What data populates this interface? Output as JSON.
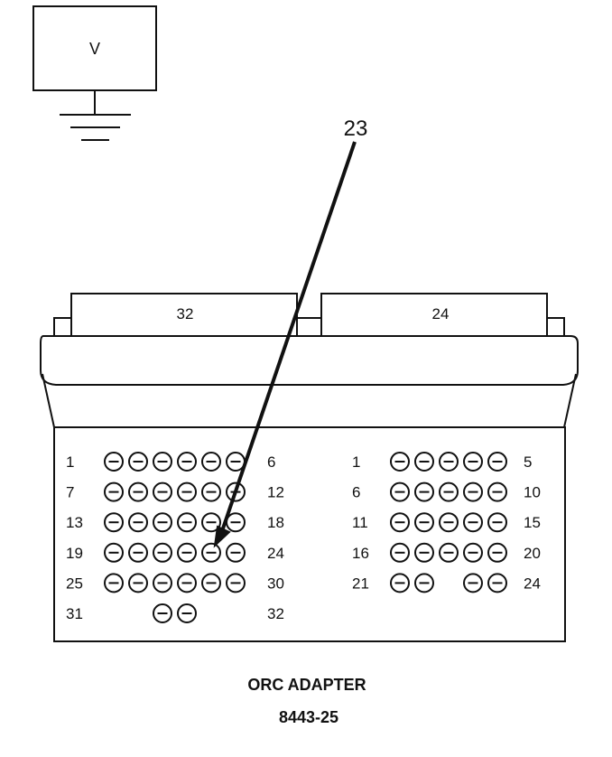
{
  "meter": {
    "symbol": "V"
  },
  "callout": {
    "label": "23"
  },
  "connector_32": {
    "tab_label": "32",
    "rows": [
      {
        "left": "1",
        "right": "6",
        "pins": [
          1,
          1,
          1,
          1,
          1,
          1
        ]
      },
      {
        "left": "7",
        "right": "12",
        "pins": [
          1,
          1,
          1,
          1,
          1,
          1
        ]
      },
      {
        "left": "13",
        "right": "18",
        "pins": [
          1,
          1,
          1,
          1,
          1,
          1
        ]
      },
      {
        "left": "19",
        "right": "24",
        "pins": [
          1,
          1,
          1,
          1,
          1,
          1
        ]
      },
      {
        "left": "25",
        "right": "30",
        "pins": [
          1,
          1,
          1,
          1,
          1,
          1
        ]
      },
      {
        "left": "31",
        "right": "32",
        "pins": [
          0,
          0,
          1,
          1,
          0,
          0
        ]
      }
    ]
  },
  "connector_24": {
    "tab_label": "24",
    "rows": [
      {
        "left": "1",
        "right": "5",
        "pins": [
          1,
          1,
          1,
          1,
          1
        ]
      },
      {
        "left": "6",
        "right": "10",
        "pins": [
          1,
          1,
          1,
          1,
          1
        ]
      },
      {
        "left": "11",
        "right": "15",
        "pins": [
          1,
          1,
          1,
          1,
          1
        ]
      },
      {
        "left": "16",
        "right": "20",
        "pins": [
          1,
          1,
          1,
          1,
          1
        ]
      },
      {
        "left": "21",
        "right": "24",
        "pins": [
          1,
          1,
          0,
          1,
          1
        ]
      }
    ]
  },
  "caption": {
    "title": "ORC ADAPTER",
    "part_number": "8443-25"
  }
}
